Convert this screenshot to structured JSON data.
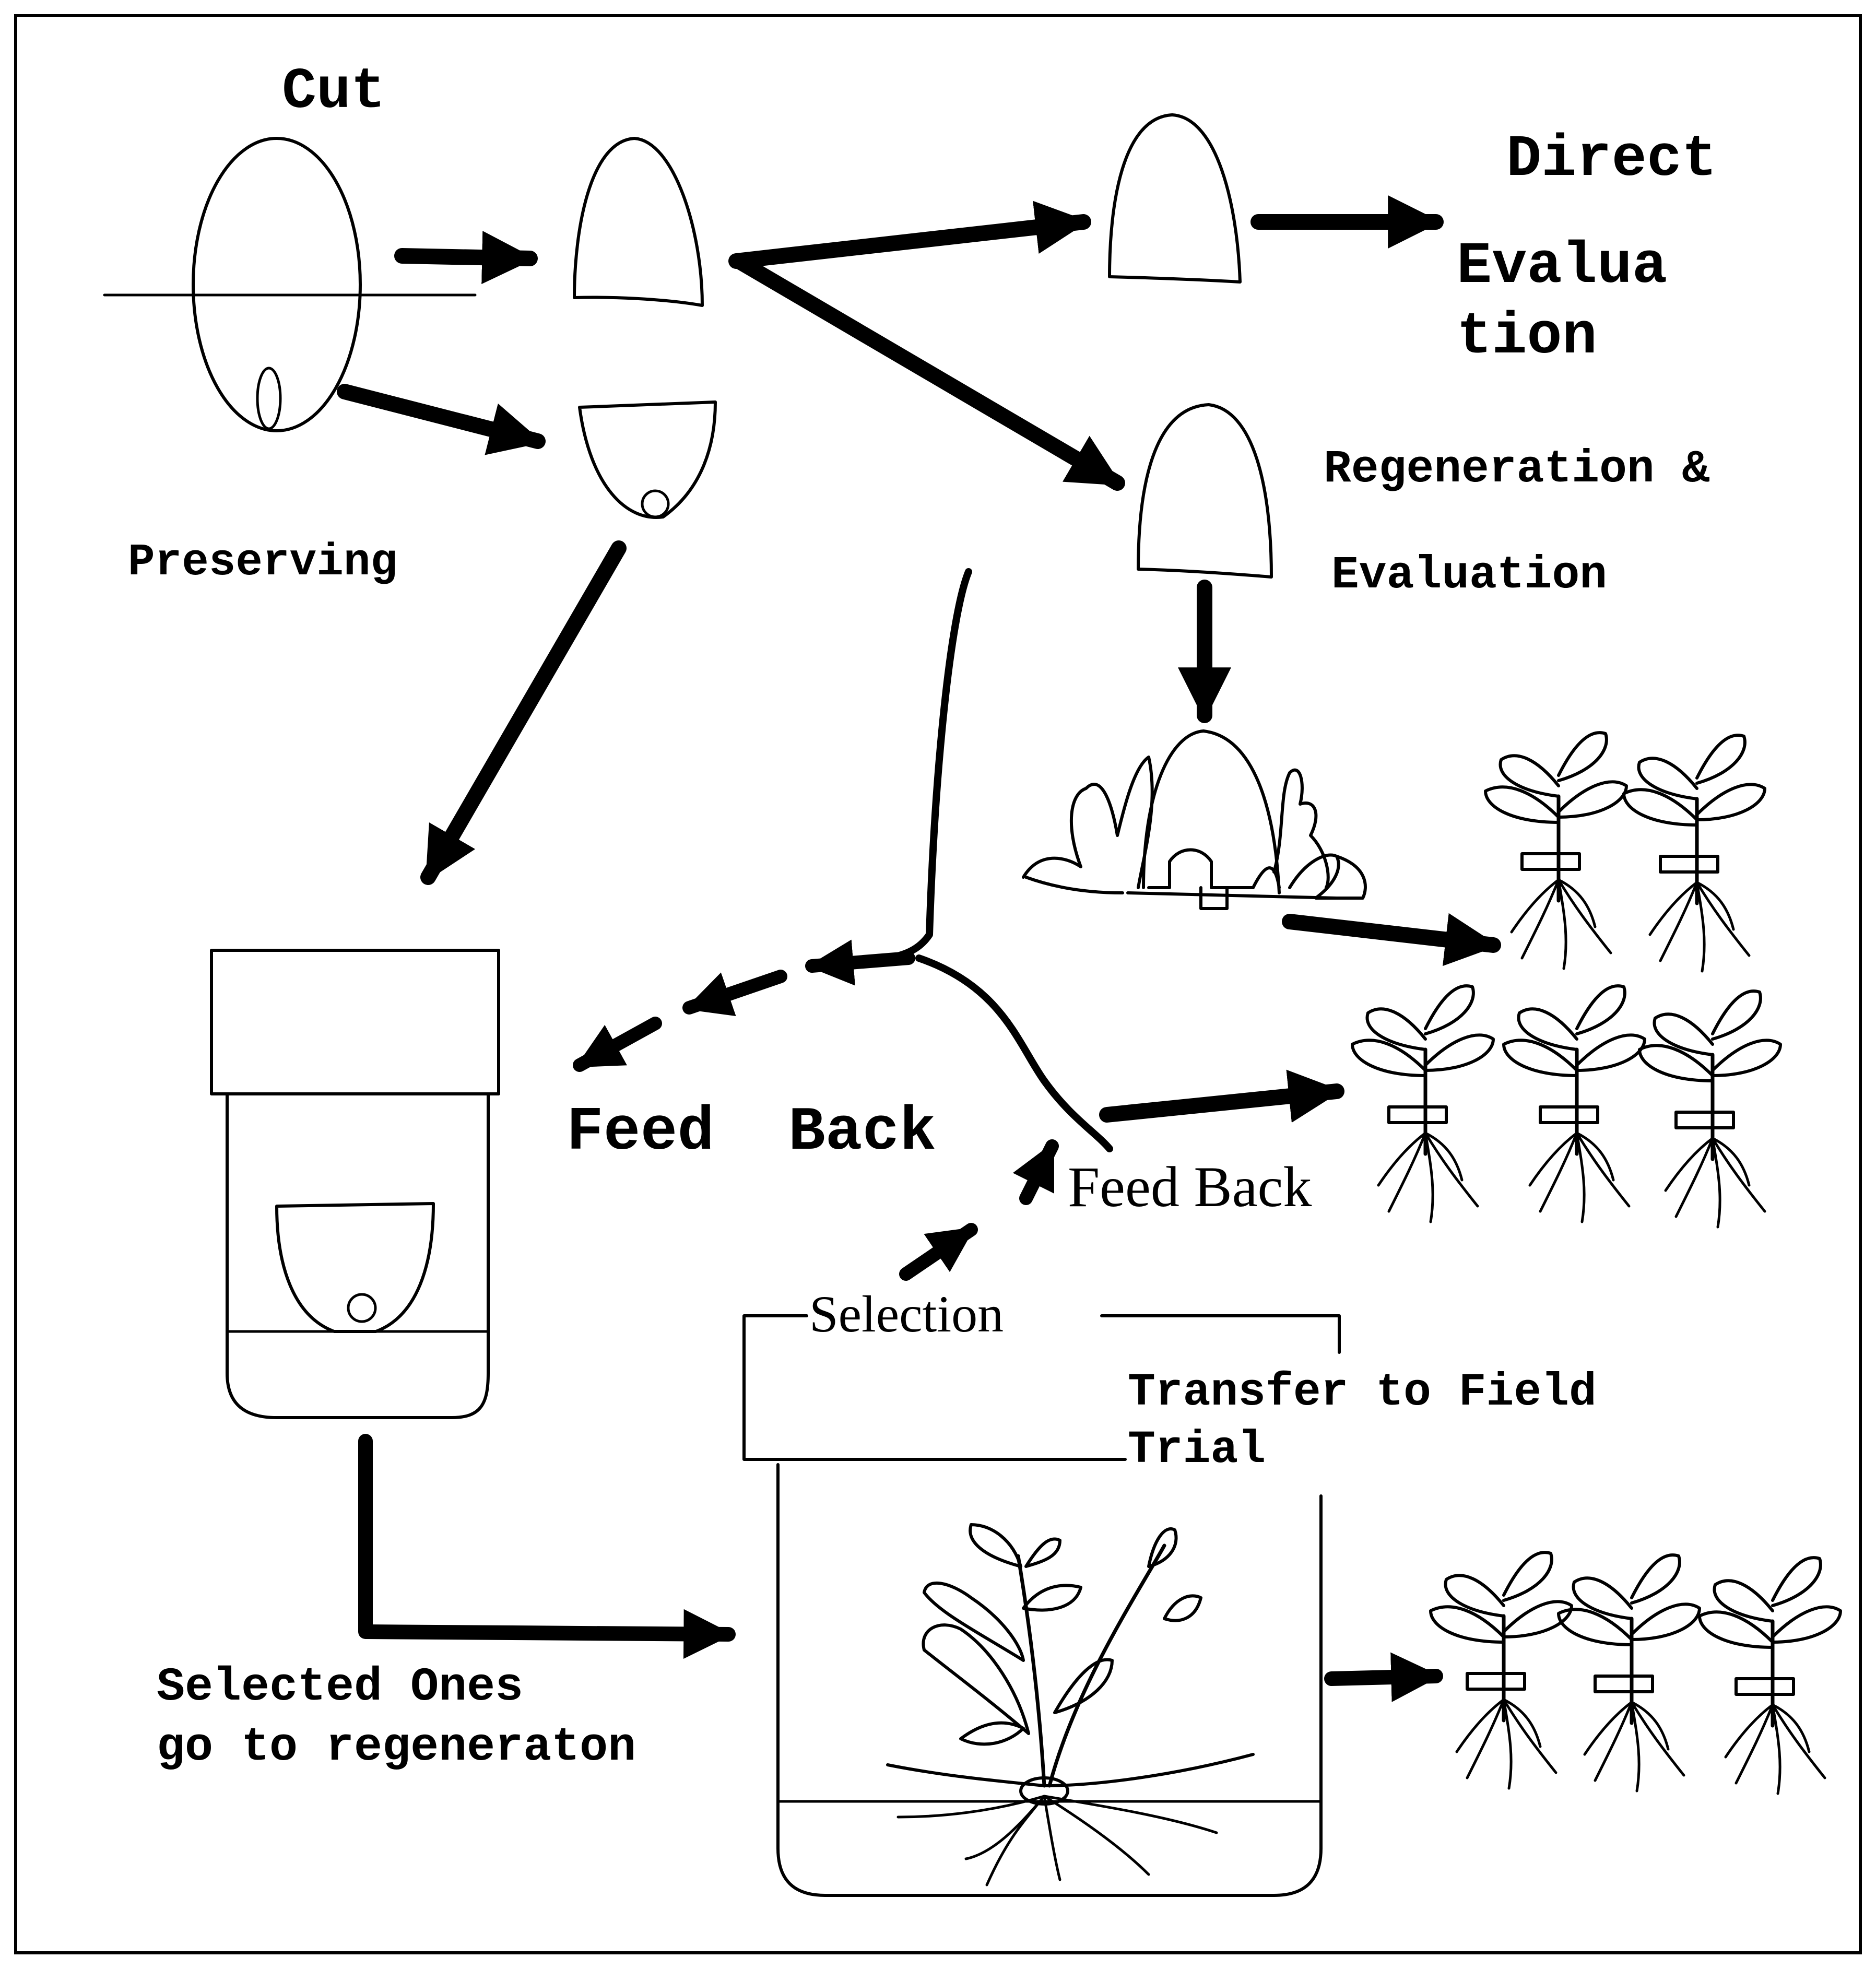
{
  "labels": {
    "cut": "Cut",
    "preserving": "Preserving",
    "direct_evaluation_line1": "Direct",
    "direct_evaluation_line2": "Evalua",
    "direct_evaluation_line3": "tion",
    "regeneration_line1": "Regeneration &",
    "regeneration_line2": "Evaluation",
    "feed_back_bold": "Feed  Back",
    "feed_back_serif": "Feed Back",
    "selection": "Selection",
    "transfer_line1": "Transfer to Field",
    "transfer_line2": "Trial",
    "selected_line1": "Selected Ones",
    "selected_line2": "go to regeneraton"
  },
  "colors": {
    "ink": "#000000",
    "background": "#ffffff"
  }
}
